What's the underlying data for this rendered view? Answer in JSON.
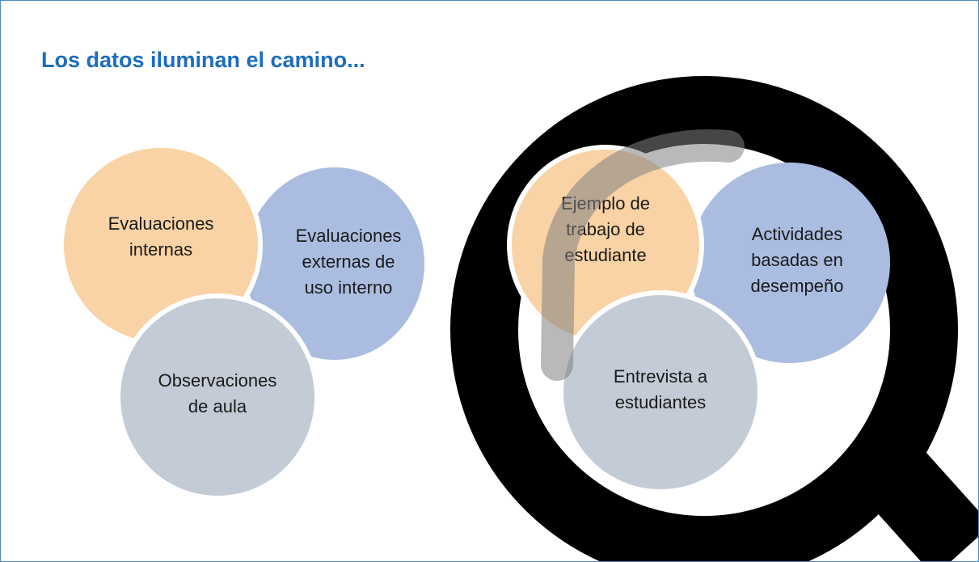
{
  "title": "Los datos iluminan el camino...",
  "left_group": {
    "internal_assessments": [
      "Evaluaciones",
      "internas"
    ],
    "external_assessments": [
      "Evaluaciones",
      "externas de",
      "uso interno"
    ],
    "classroom_observations": [
      "Observaciones",
      "de aula"
    ]
  },
  "right_group": {
    "student_work_sample": [
      "Ejemplo de",
      "trabajo de",
      "estudiante"
    ],
    "performance_activities": [
      "Actividades",
      "basadas en",
      "desempeño"
    ],
    "student_interview": [
      "Entrevista a",
      "estudiantes"
    ]
  },
  "icons": {
    "magnifier": "magnifying-glass-icon"
  },
  "colors": {
    "title": "#1b6dc1",
    "border": "#4a86c8",
    "orange": "#f9d3a5",
    "blue": "#aabde0",
    "gray": "#c3cbd6",
    "lens_ring": "#000000",
    "glare": "#7f7f7f"
  }
}
